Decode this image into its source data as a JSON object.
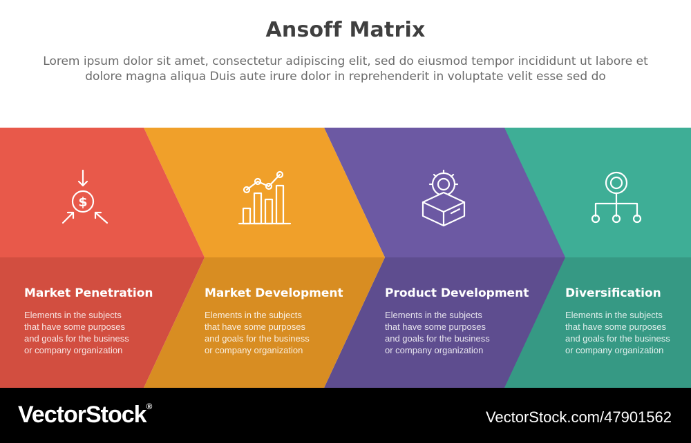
{
  "header": {
    "title": "Ansoff Matrix",
    "subtitle": "Lorem ipsum dolor sit amet, consectetur adipiscing elit, sed do eiusmod tempor incididunt ut labore et dolore magna aliqua Duis aute irure dolor in reprehenderit in voluptate velit esse sed do"
  },
  "steps": [
    {
      "title": "Market Penetration",
      "desc": "Elements in the subjects\nthat have some purposes\nand goals for the  business\nor company organization",
      "icon": "coin-arrows-icon",
      "color": "#E8594A",
      "shade": "#D24E40"
    },
    {
      "title": "Market Development",
      "desc": "Elements in the subjects\nthat have some purposes\nand goals for the  business\nor company organization",
      "icon": "bar-chart-trend-icon",
      "color": "#F0A02A",
      "shade": "#D88D22"
    },
    {
      "title": "Product Development",
      "desc": "Elements in the subjects\nthat have some purposes\nand goals for the  business\nor company organization",
      "icon": "gear-box-icon",
      "color": "#6C59A3",
      "shade": "#5E4D8F"
    },
    {
      "title": "Diversification",
      "desc": "Elements in the subjects\nthat have some purposes\nand goals for the  business\nor company organization",
      "icon": "hierarchy-icon",
      "color": "#3EAE96",
      "shade": "#369984"
    }
  ],
  "footer": {
    "brand": "VectorStock",
    "registered": "®",
    "url": "VectorStock.com/47901562"
  }
}
